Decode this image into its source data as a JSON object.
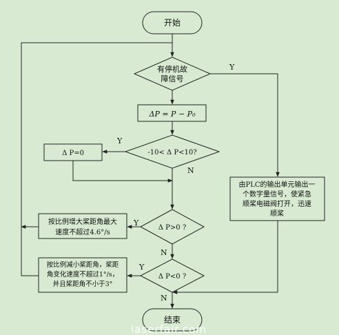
{
  "nodes": {
    "start": "开始",
    "fault_check": [
      "有停机故",
      "障信号"
    ],
    "delta_calc": "ΔP = P − P₀",
    "range_check": "-10< Δ P<10?",
    "set_zero": "Δ P=0",
    "gt_check": "Δ P>0 ?",
    "lt_check": "Δ P<0 ?",
    "increase_angle": [
      "按比例增大桨距角最大",
      "速度不超过4.6°/s"
    ],
    "decrease_angle": [
      "按比例减小桨距角，桨距",
      "角变化速度不超过1°/s，",
      "并且桨距角不小于3°"
    ],
    "plc_output": [
      "由PLC的输出单元输出一",
      "个数字量信号，使紧急",
      "顺桨电磁阀打开，迅速",
      "顺桨"
    ],
    "end": "结束"
  },
  "edge_labels": {
    "fault_yes": "Y",
    "range_yes": "Y",
    "range_no": "N",
    "gt_yes": "Y",
    "gt_no": "N",
    "lt_yes": "Y",
    "lt_no": "N"
  },
  "watermark": "laserfair.com",
  "colors": {
    "background": "#d8ebd2",
    "box_fill": "#d8ebd2",
    "stroke": "#222222",
    "watermark": "#ffffff"
  }
}
